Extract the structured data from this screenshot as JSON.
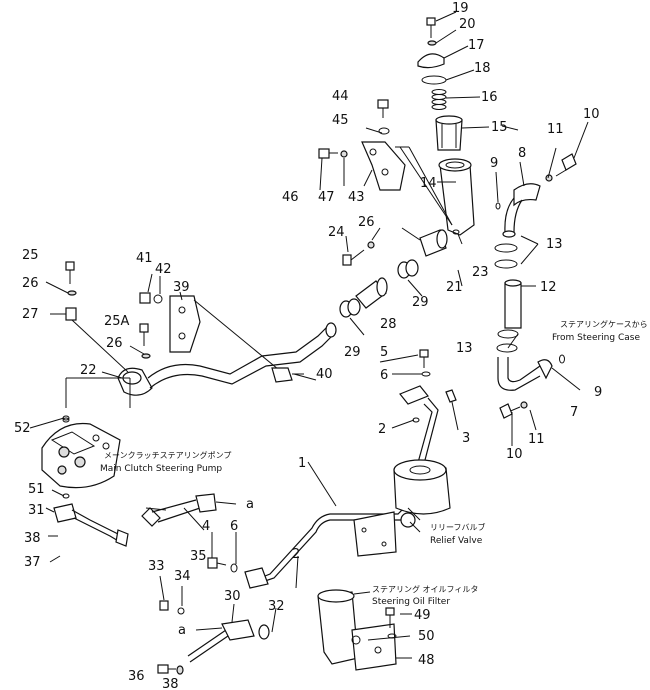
{
  "callouts": {
    "n1": "1",
    "n2a": "2",
    "n2b": "2",
    "n3": "3",
    "n4": "4",
    "n5": "5",
    "n6a": "6",
    "n6b": "6",
    "n7": "7",
    "n8": "8",
    "n9a": "9",
    "n9b": "9",
    "n10a": "10",
    "n10b": "10",
    "n11a": "11",
    "n11b": "11",
    "n12": "12",
    "n13a": "13",
    "n13b": "13",
    "n14": "14",
    "n15": "15",
    "n16": "16",
    "n17": "17",
    "n18": "18",
    "n19": "19",
    "n20": "20",
    "n21": "21",
    "n22": "22",
    "n23": "23",
    "n24": "24",
    "n25": "25",
    "n25a": "25A",
    "n26a": "26",
    "n26b": "26",
    "n26c": "26",
    "n27": "27",
    "n28": "28",
    "n29a": "29",
    "n29b": "29",
    "n30": "30",
    "n31": "31",
    "n32": "32",
    "n33": "33",
    "n34": "34",
    "n35": "35",
    "n36": "36",
    "n37": "37",
    "n38a": "38",
    "n38b": "38",
    "n39": "39",
    "n40": "40",
    "n41": "41",
    "n42": "42",
    "n43": "43",
    "n44": "44",
    "n45": "45",
    "n46": "46",
    "n47": "47",
    "n48": "48",
    "n49": "49",
    "n50": "50",
    "n51": "51",
    "n52": "52",
    "a1": "a",
    "a2": "a"
  },
  "labels": {
    "steering_case_jp": "ステアリングケースから",
    "steering_case_en": "From Steering Case",
    "pump_jp": "メーンクラッチステアリングポンプ",
    "pump_en": "Main Clutch Steering Pump",
    "relief_jp": "リリーフバルブ",
    "relief_en": "Relief Valve",
    "filter_jp": "ステアリング オイルフィルタ",
    "filter_en": "Steering Oil Filter"
  }
}
